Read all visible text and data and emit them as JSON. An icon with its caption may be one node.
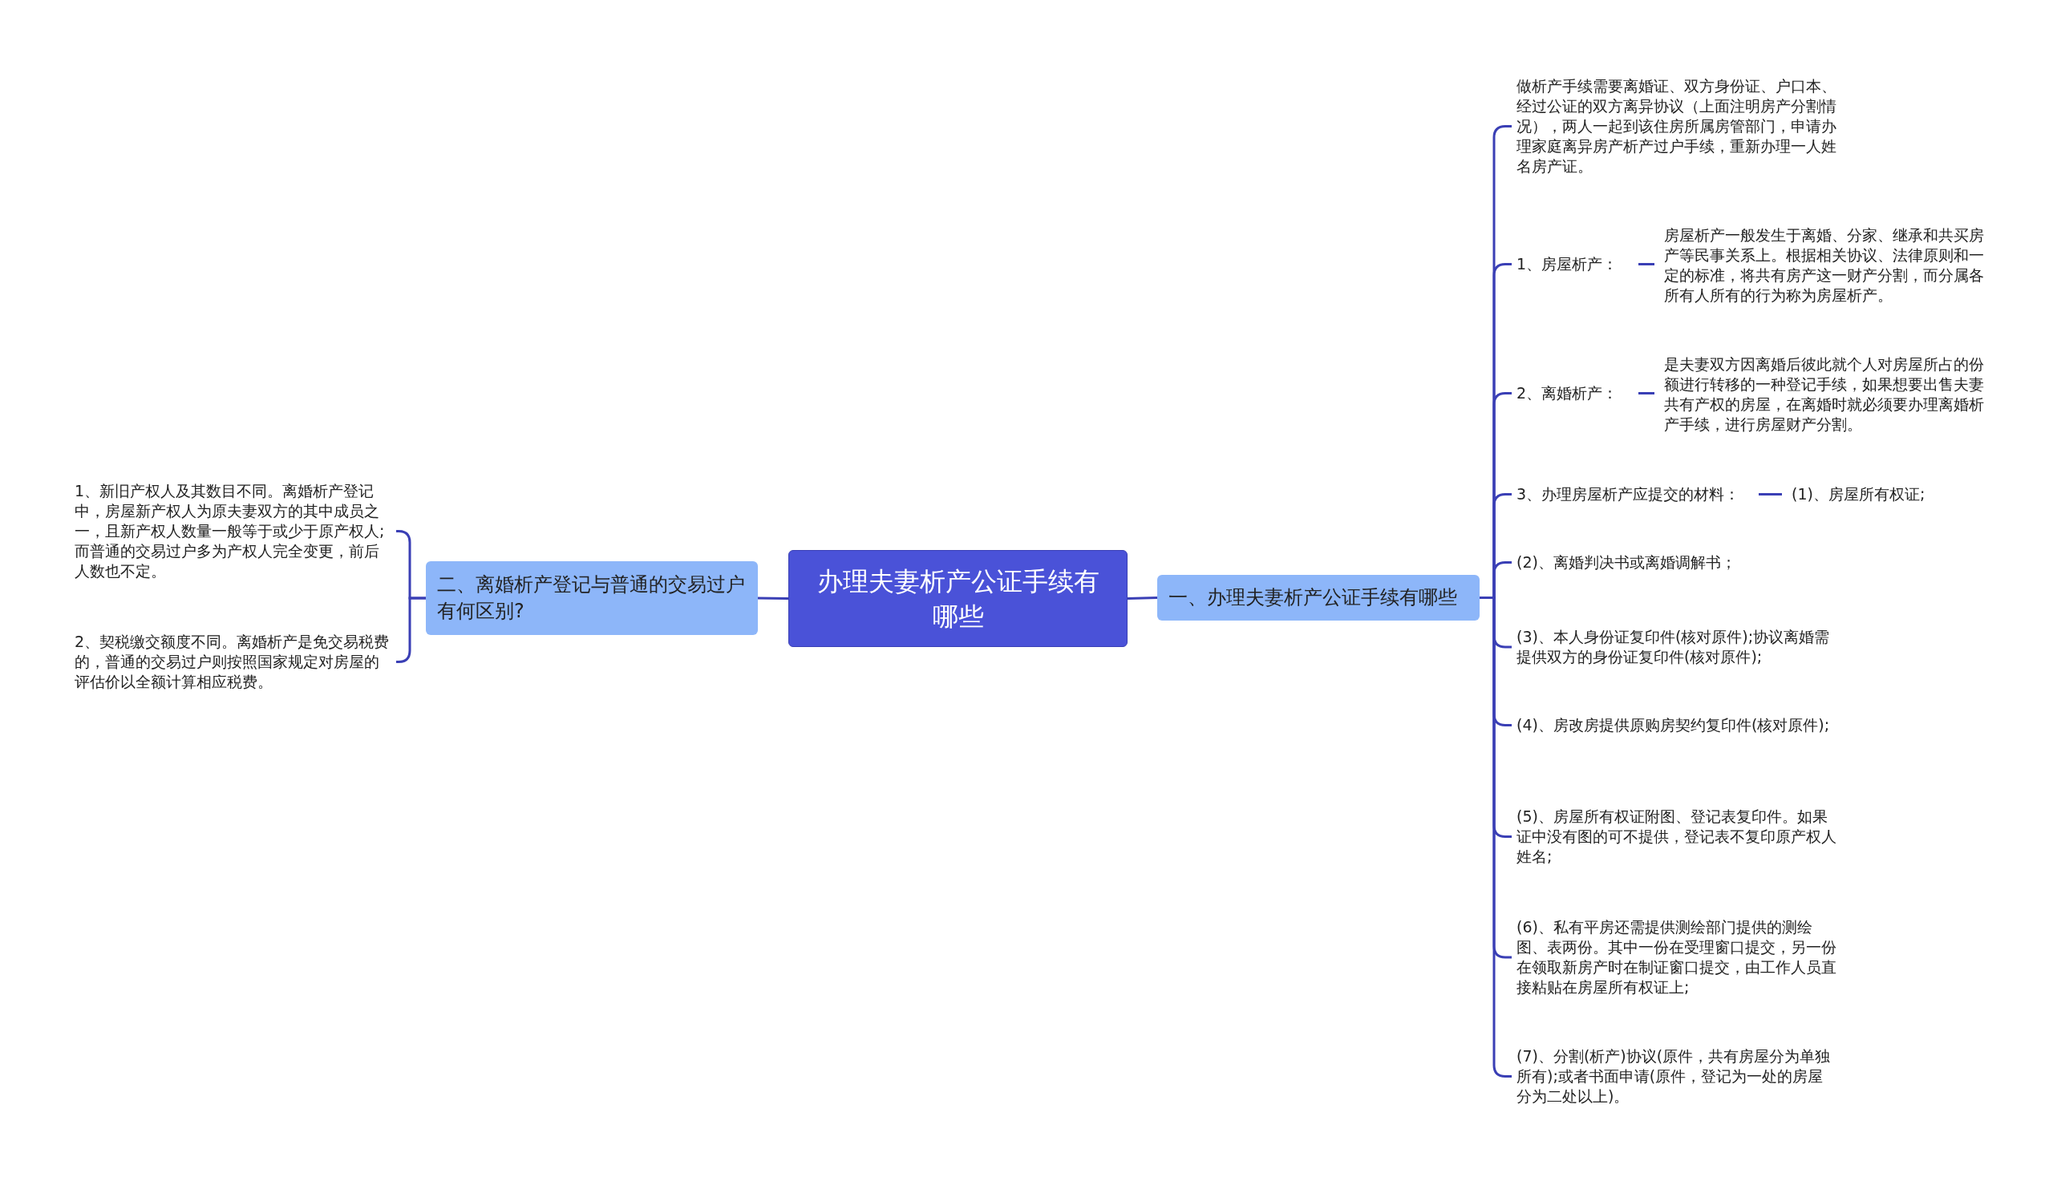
{
  "diagram": {
    "nodes": [
      {
        "text": [
          "办理夫妻析产公证手续有哪些"
        ]
      },
      {
        "text": [
          "一、办理夫妻析产公证手续有哪些"
        ]
      },
      {
        "text": [
          "二、离婚析产登记与普通的交易过户有何区别?"
        ]
      },
      {
        "text": [
          "做析产手续需要离婚证、双方身份证、户口本、经过公证的双方离异协议（上面注明房产分割情况），两人一起到该住房所属房管部门，申请办理家庭离异房产析产过户手续，重新办理一人姓名房产证。"
        ]
      },
      {
        "text": [
          "1、房屋析产："
        ]
      },
      {
        "text": [
          "房屋析产一般发生于离婚、分家、继承和共买房产等民事关系上。根据相关协议、法律原则和一定的标准，将共有房产这一财产分割，而分属各所有人所有的行为称为房屋析产。"
        ]
      },
      {
        "text": [
          "2、离婚析产："
        ]
      },
      {
        "text": [
          "是夫妻双方因离婚后彼此就个人对房屋所占的份额进行转移的一种登记手续，如果想要出售夫妻共有产权的房屋，在离婚时就必须要办理离婚析产手续，进行房屋财产分割。"
        ]
      },
      {
        "text": [
          "3、办理房屋析产应提交的材料："
        ]
      },
      {
        "text": [
          "(1)、房屋所有权证;"
        ]
      },
      {
        "text": [
          "(2)、离婚判决书或离婚调解书；"
        ]
      },
      {
        "text": [
          "(3)、本人身份证复印件(核对原件);协议离婚需提供双方的身份证复印件(核对原件);"
        ]
      },
      {
        "text": [
          "(4)、房改房提供原购房契约复印件(核对原件);"
        ]
      },
      {
        "text": [
          "(5)、房屋所有权证附图、登记表复印件。如果证中没有图的可不提供，登记表不复印原产权人姓名;"
        ]
      },
      {
        "text": [
          "(6)、私有平房还需提供测绘部门提供的测绘图、表两份。其中一份在受理窗口提交，另一份在领取新房产时在制证窗口提交，由工作人员直接粘贴在房屋所有权证上;"
        ]
      },
      {
        "text": [
          "(7)、分割(析产)协议(原件，共有房屋分为单独所有);或者书面申请(原件，登记为一处的房屋分为二处以上)。"
        ]
      },
      {
        "text": [
          "1、新旧产权人及其数目不同。离婚析产登记中，房屋新产权人为原夫妻双方的其中成员之一，且新产权人数量一般等于或少于原产权人;而普通的交易过户多为产权人完全变更，前后人数也不定。"
        ]
      },
      {
        "text": [
          "2、契税缴交额度不同。离婚析产是免交易税费的，普通的交易过户则按照国家规定对房屋的评估价以全额计算相应税费。"
        ]
      }
    ],
    "edges": [
      {
        "from": 0,
        "to": 1,
        "arrow": "none"
      },
      {
        "from": 0,
        "to": 2,
        "arrow": "none"
      },
      {
        "from": 1,
        "to": 3,
        "arrow": "none"
      },
      {
        "from": 1,
        "to": 4,
        "arrow": "none"
      },
      {
        "from": 4,
        "to": 5,
        "arrow": "none"
      },
      {
        "from": 1,
        "to": 6,
        "arrow": "none"
      },
      {
        "from": 6,
        "to": 7,
        "arrow": "none"
      },
      {
        "from": 1,
        "to": 8,
        "arrow": "none"
      },
      {
        "from": 8,
        "to": 9,
        "arrow": "none"
      },
      {
        "from": 1,
        "to": 10,
        "arrow": "none"
      },
      {
        "from": 1,
        "to": 11,
        "arrow": "none"
      },
      {
        "from": 1,
        "to": 12,
        "arrow": "none"
      },
      {
        "from": 1,
        "to": 13,
        "arrow": "none"
      },
      {
        "from": 1,
        "to": 14,
        "arrow": "none"
      },
      {
        "from": 1,
        "to": 15,
        "arrow": "none"
      },
      {
        "from": 2,
        "to": 16,
        "arrow": "none"
      },
      {
        "from": 2,
        "to": 17,
        "arrow": "none"
      }
    ]
  }
}
